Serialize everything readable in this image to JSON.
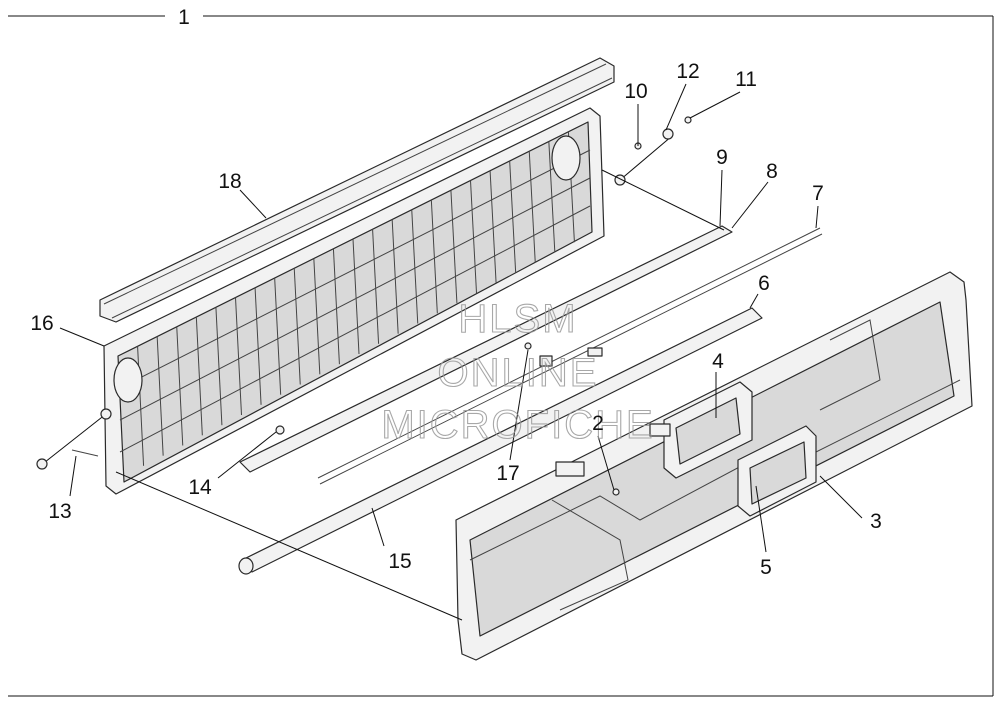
{
  "assembly_label": "1",
  "callouts": {
    "c2": "2",
    "c3": "3",
    "c4": "4",
    "c5": "5",
    "c6": "6",
    "c7": "7",
    "c8": "8",
    "c9": "9",
    "c10": "10",
    "c11": "11",
    "c12": "12",
    "c13": "13",
    "c14": "14",
    "c15": "15",
    "c16": "16",
    "c17": "17",
    "c18": "18"
  },
  "watermark": {
    "line1": "HLSM",
    "line2": "ONLINE",
    "line3": "MICROFICHE"
  }
}
